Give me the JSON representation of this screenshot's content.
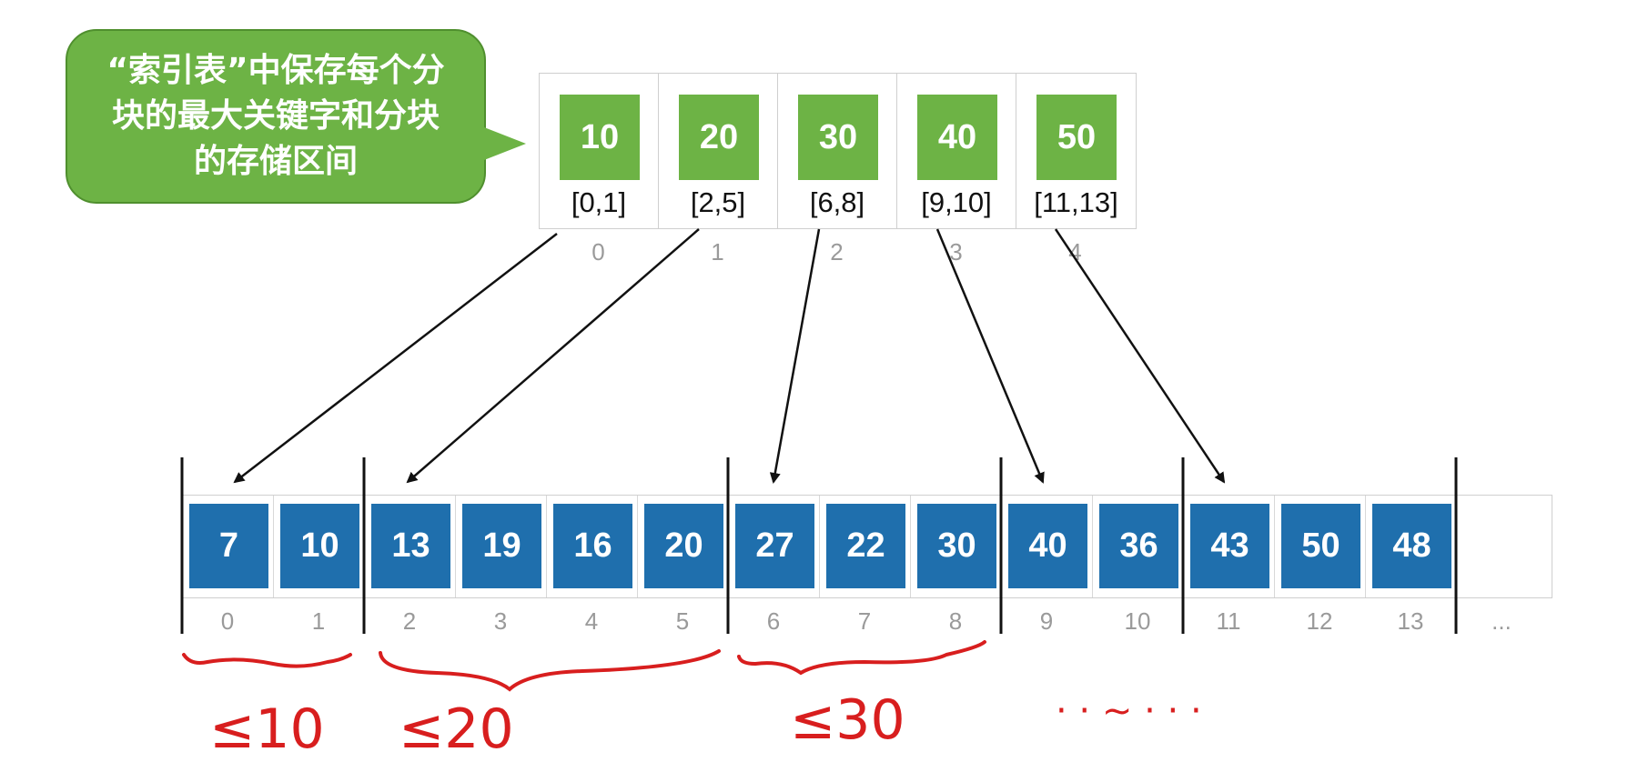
{
  "callout": {
    "text": "“索引表”中保存每个分\n块的最大关键字和分块\n的存储区间"
  },
  "index_table": [
    {
      "key": "10",
      "range": "[0,1]",
      "index": "0"
    },
    {
      "key": "20",
      "range": "[2,5]",
      "index": "1"
    },
    {
      "key": "30",
      "range": "[6,8]",
      "index": "2"
    },
    {
      "key": "40",
      "range": "[9,10]",
      "index": "3"
    },
    {
      "key": "50",
      "range": "[11,13]",
      "index": "4"
    }
  ],
  "array": [
    {
      "value": "7",
      "index": "0"
    },
    {
      "value": "10",
      "index": "1"
    },
    {
      "value": "13",
      "index": "2"
    },
    {
      "value": "19",
      "index": "3"
    },
    {
      "value": "16",
      "index": "4"
    },
    {
      "value": "20",
      "index": "5"
    },
    {
      "value": "27",
      "index": "6"
    },
    {
      "value": "22",
      "index": "7"
    },
    {
      "value": "30",
      "index": "8"
    },
    {
      "value": "40",
      "index": "9"
    },
    {
      "value": "36",
      "index": "10"
    },
    {
      "value": "43",
      "index": "11"
    },
    {
      "value": "50",
      "index": "12"
    },
    {
      "value": "48",
      "index": "13"
    }
  ],
  "array_ellipsis": "...",
  "annotations": {
    "block0": "≤10",
    "block1": "≤20",
    "block2": "≤30",
    "trailing": "· · ~ · · ·"
  },
  "colors": {
    "index_green": "#6db345",
    "array_blue": "#1f6fad",
    "annotation_red": "#d81e1e"
  }
}
